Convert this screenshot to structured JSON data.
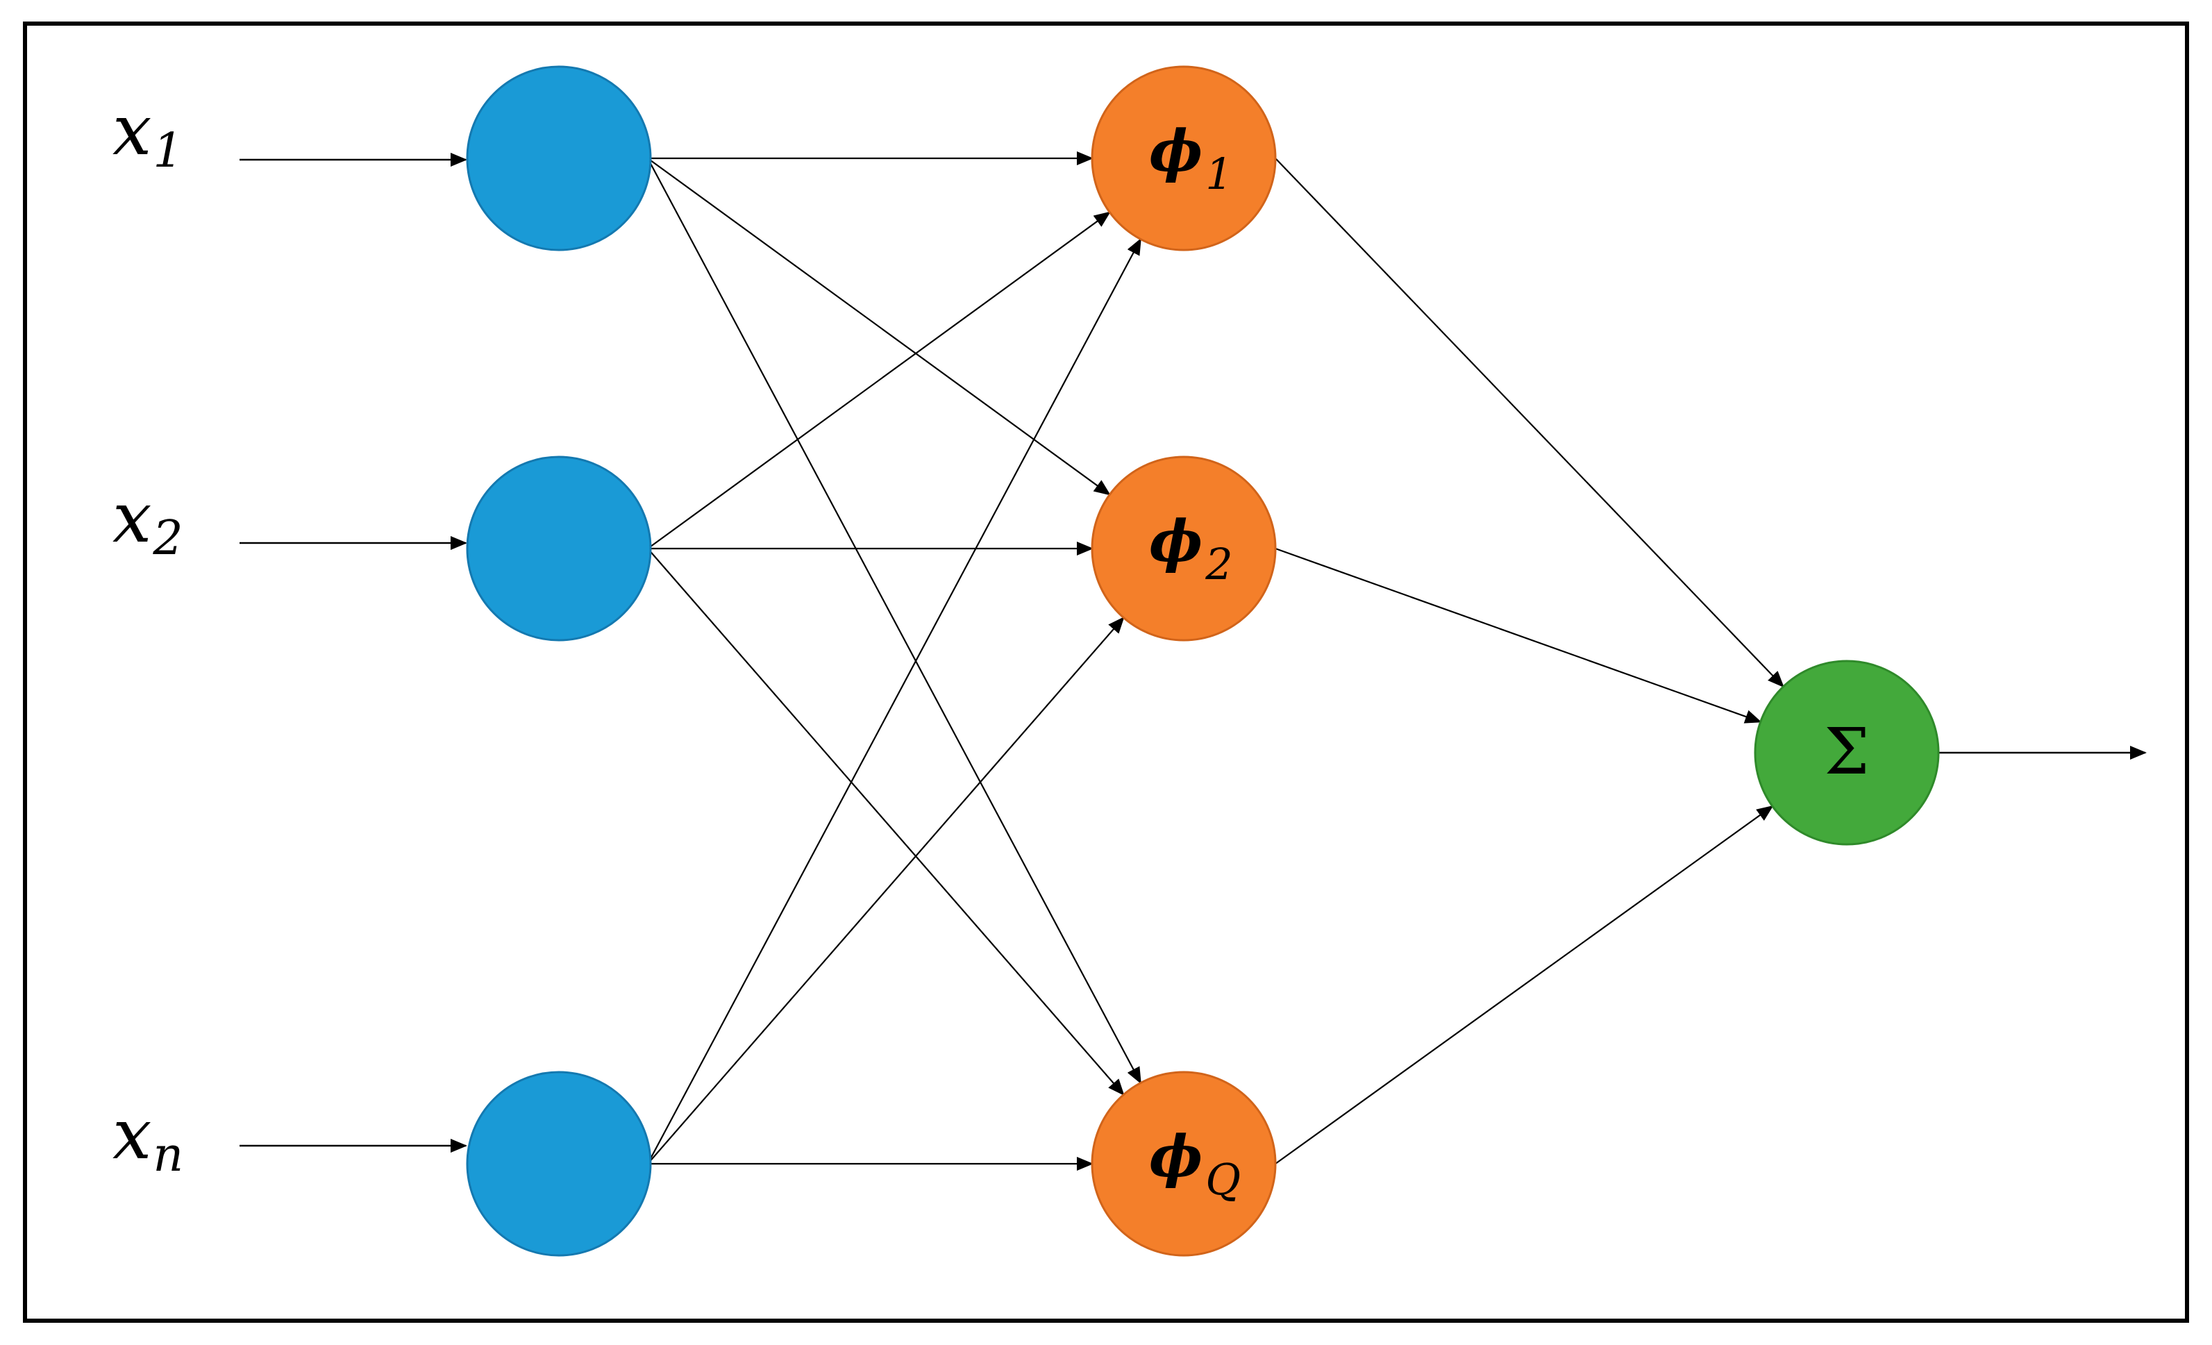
{
  "inputs": [
    {
      "symbol": "x",
      "subscript": "1",
      "subscript_italic": false
    },
    {
      "symbol": "x",
      "subscript": "2",
      "subscript_italic": false
    },
    {
      "symbol": "x",
      "subscript": "n",
      "subscript_italic": true
    }
  ],
  "hidden": [
    {
      "symbol": "ϕ",
      "subscript": "1",
      "subscript_italic": false
    },
    {
      "symbol": "ϕ",
      "subscript": "2",
      "subscript_italic": false
    },
    {
      "symbol": "ϕ",
      "subscript": "Q",
      "subscript_italic": true
    }
  ],
  "output": {
    "symbol": "Σ"
  },
  "colors": {
    "input_node": "#1a9ad6",
    "hidden_node": "#f47f2a",
    "output_node": "#43a93b"
  }
}
